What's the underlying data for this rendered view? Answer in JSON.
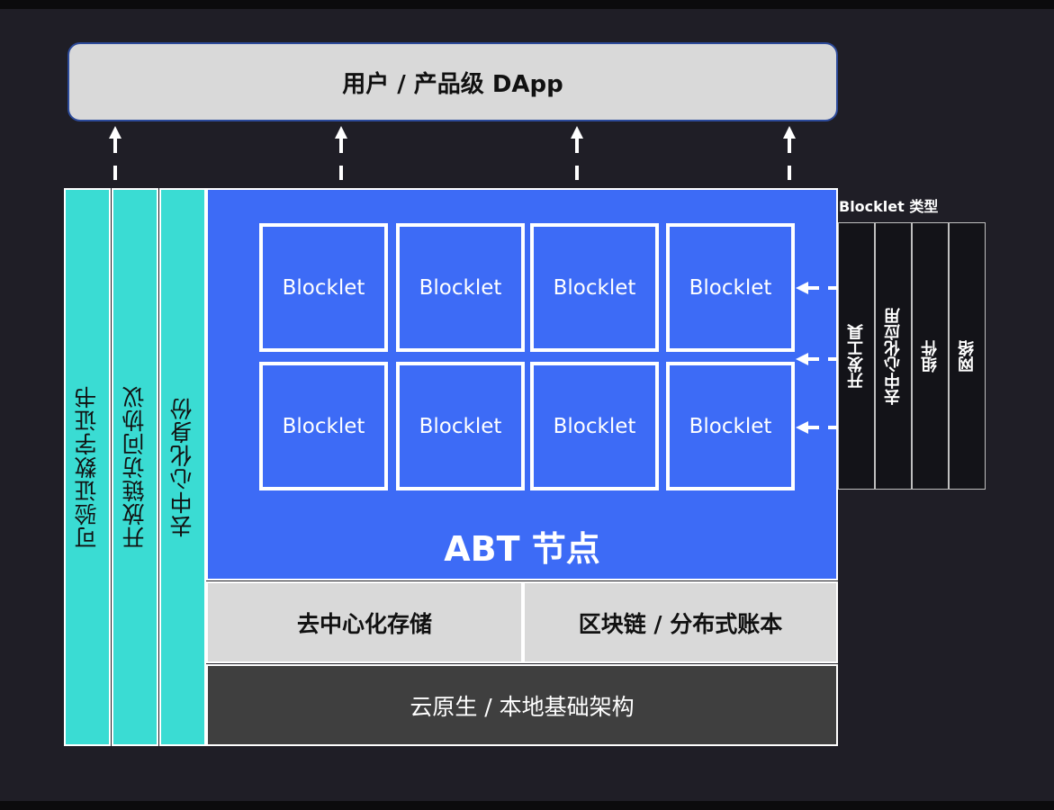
{
  "top": {
    "label": "用户 / 产品级 DApp"
  },
  "left_columns": [
    {
      "label": "可验证数字证书"
    },
    {
      "label": "开放链访问协议"
    },
    {
      "label": "去中心化身份"
    }
  ],
  "node": {
    "label": "ABT 节点",
    "blocklets": [
      "Blocklet",
      "Blocklet",
      "Blocklet",
      "Blocklet",
      "Blocklet",
      "Blocklet",
      "Blocklet",
      "Blocklet"
    ]
  },
  "storage": {
    "left": "去中心化存储",
    "right": "区块链 / 分布式账本"
  },
  "infrastructure": {
    "label": "云原生 / 本地基础架构"
  },
  "blocklet_types": {
    "title": "Blocklet 类型",
    "items": [
      "开发工具",
      "去中心化应用",
      "组件",
      "网络"
    ]
  },
  "colors": {
    "node_blue": "#3d6bf6",
    "teal": "#3adcd3",
    "light_gray": "#d9d9d9",
    "dark_gray": "#3f3f3f",
    "background": "#1f1e26"
  }
}
